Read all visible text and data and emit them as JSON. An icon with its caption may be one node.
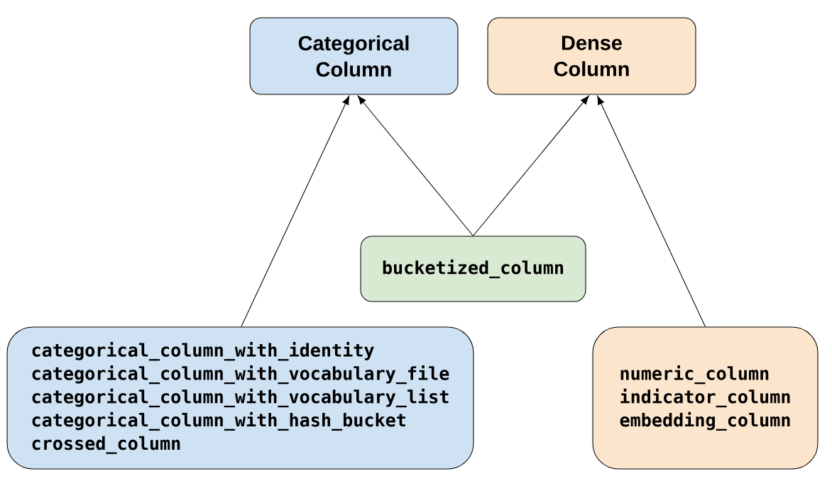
{
  "diagram": {
    "nodes": [
      {
        "text": [
          "Categorical Column"
        ]
      },
      {
        "text": [
          "Dense Column"
        ]
      },
      {
        "text": [
          "bucketized_column"
        ]
      },
      {
        "text": [
          "categorical_column_with_identity",
          "categorical_column_with_vocabulary_file",
          "categorical_column_with_vocabulary_list",
          "categorical_column_with_hash_bucket",
          "crossed_column"
        ]
      },
      {
        "text": [
          "numeric_column",
          "indicator_column",
          "embedding_column"
        ]
      }
    ],
    "edges": [
      {
        "from": 3,
        "to": 0,
        "arrow": "to"
      },
      {
        "from": 2,
        "to": 0,
        "arrow": "to"
      },
      {
        "from": 2,
        "to": 1,
        "arrow": "to"
      },
      {
        "from": 4,
        "to": 1,
        "arrow": "to"
      }
    ]
  }
}
